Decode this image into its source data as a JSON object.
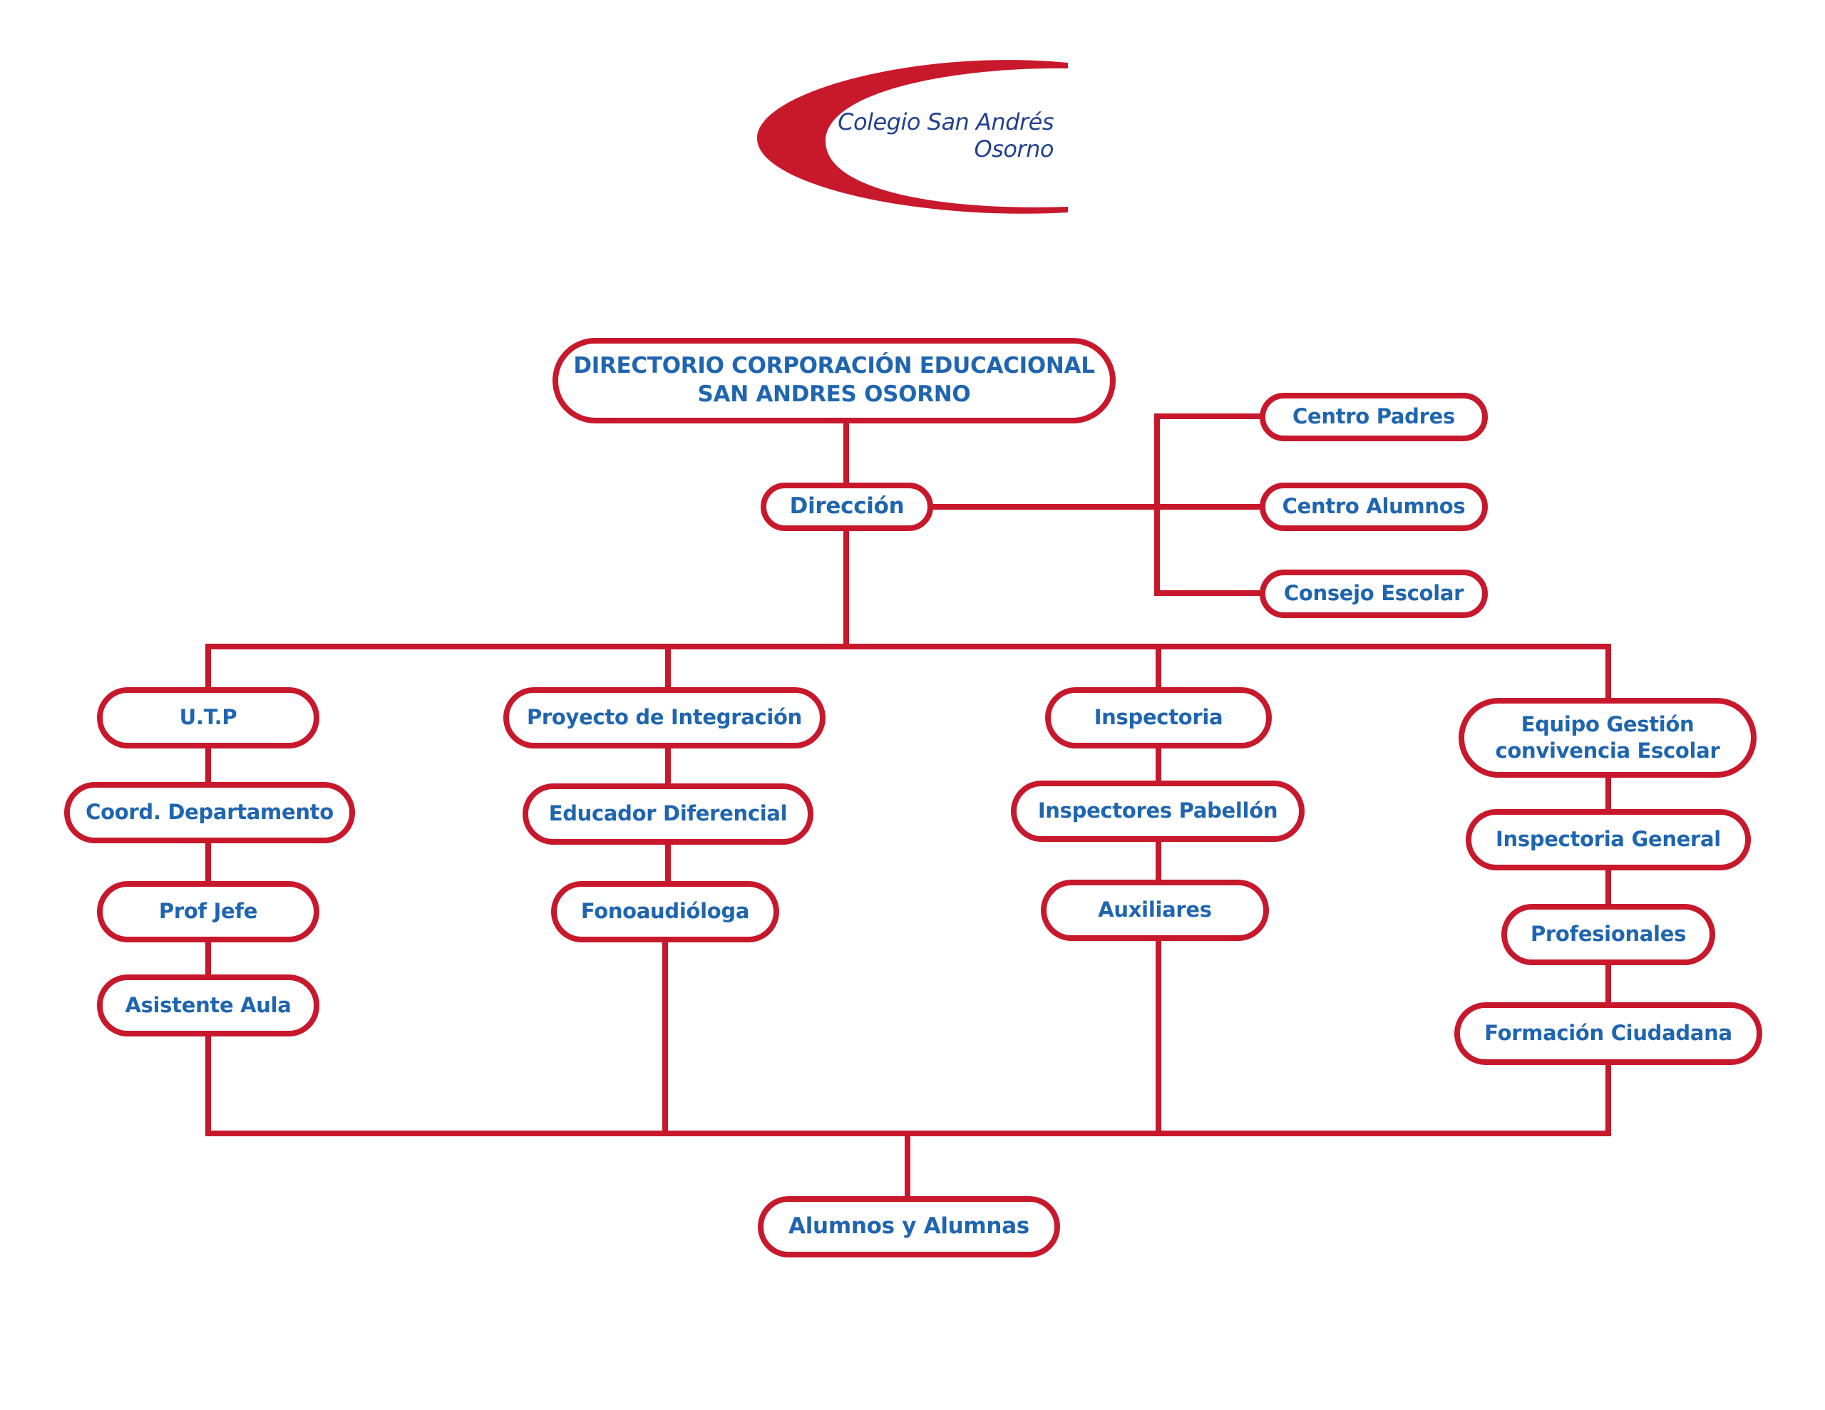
{
  "logo": {
    "line1": "Colegio San Andrés",
    "line2": "Osorno",
    "swoosh_color": "#c8182c",
    "text_color": "#23418f"
  },
  "colors": {
    "line": "#c8182c",
    "text": "#1f65b0",
    "background": "#ffffff"
  },
  "nodes": {
    "directorio": {
      "line1": "DIRECTORIO CORPORACIÓN EDUCACIONAL",
      "line2": "SAN ANDRES OSORNO"
    },
    "direccion": "Dirección",
    "centro_padres": "Centro Padres",
    "centro_alumnos": "Centro Alumnos",
    "consejo_escolar": "Consejo Escolar",
    "utp": "U.T.P",
    "coord_departamento": "Coord. Departamento",
    "prof_jefe": "Prof Jefe",
    "asistente_aula": "Asistente Aula",
    "proyecto_integracion": "Proyecto de Integración",
    "educador_diferencial": "Educador Diferencial",
    "fonoaudiologa": "Fonoaudióloga",
    "inspectoria": "Inspectoria",
    "inspectores_pabellon": "Inspectores Pabellón",
    "auxiliares": "Auxiliares",
    "equipo_gestion": {
      "line1": "Equipo Gestión",
      "line2": "convivencia Escolar"
    },
    "inspectoria_general": "Inspectoria General",
    "profesionales": "Profesionales",
    "formacion_ciudadana": "Formación Ciudadana",
    "alumnos": "Alumnos y Alumnas"
  }
}
